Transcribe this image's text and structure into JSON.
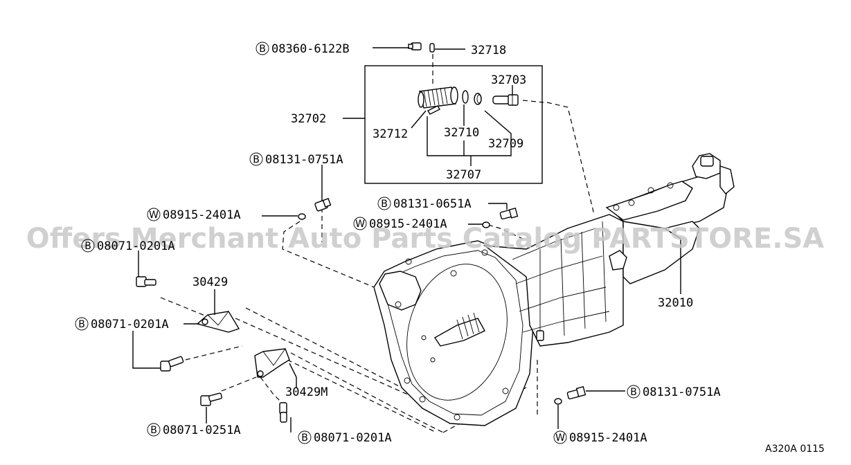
{
  "parts": {
    "p32718": {
      "prefix": "",
      "code": "32718"
    },
    "p08360": {
      "prefix": "B",
      "code": "08360-6122B"
    },
    "p32703": {
      "prefix": "",
      "code": "32703"
    },
    "p32702": {
      "prefix": "",
      "code": "32702"
    },
    "p32712": {
      "prefix": "",
      "code": "32712"
    },
    "p32710": {
      "prefix": "",
      "code": "32710"
    },
    "p32709": {
      "prefix": "",
      "code": "32709"
    },
    "p32707": {
      "prefix": "",
      "code": "32707"
    },
    "p08131a": {
      "prefix": "B",
      "code": "08131-0751A"
    },
    "p08131b": {
      "prefix": "B",
      "code": "08131-0651A"
    },
    "p08915a": {
      "prefix": "W",
      "code": "08915-2401A"
    },
    "p08915b": {
      "prefix": "W",
      "code": "08915-2401A"
    },
    "p08071a": {
      "prefix": "B",
      "code": "08071-0201A"
    },
    "p30429": {
      "prefix": "",
      "code": "30429"
    },
    "p08071b": {
      "prefix": "B",
      "code": "08071-0201A"
    },
    "p32010": {
      "prefix": "",
      "code": "32010"
    },
    "p30429m": {
      "prefix": "",
      "code": "30429M"
    },
    "p08071c": {
      "prefix": "B",
      "code": "08071-0251A"
    },
    "p08071d": {
      "prefix": "B",
      "code": "08071-0201A"
    },
    "p08131c": {
      "prefix": "B",
      "code": "08131-0751A"
    },
    "p08915c": {
      "prefix": "W",
      "code": "08915-2401A"
    }
  },
  "watermark": "Offers Merchant Auto Parts Catalog PARTSTORE.SA",
  "figure_ref": "A320A 0115"
}
